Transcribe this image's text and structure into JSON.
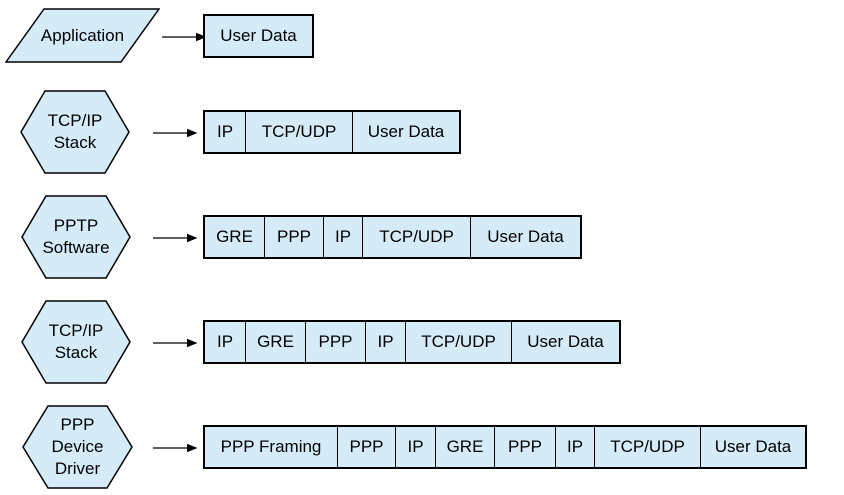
{
  "diagram": {
    "description": "PPTP packet encapsulation stages",
    "colors": {
      "shape_fill": "#d5ecf8",
      "shape_border": "#000000",
      "text": "#000000",
      "background": "#ffffff"
    }
  },
  "rows": [
    {
      "stage": {
        "label": "Application",
        "shape": "parallelogram"
      },
      "cells": [
        {
          "label": "User Data",
          "width": 107
        }
      ]
    },
    {
      "stage": {
        "label": "TCP/IP\nStack",
        "shape": "hexagon"
      },
      "cells": [
        {
          "label": "IP",
          "width": 40
        },
        {
          "label": "TCP/UDP",
          "width": 107
        },
        {
          "label": "User Data",
          "width": 107
        }
      ]
    },
    {
      "stage": {
        "label": "PPTP\nSoftware",
        "shape": "hexagon"
      },
      "cells": [
        {
          "label": "GRE",
          "width": 59
        },
        {
          "label": "PPP",
          "width": 59
        },
        {
          "label": "IP",
          "width": 39
        },
        {
          "label": "TCP/UDP",
          "width": 108
        },
        {
          "label": "User Data",
          "width": 110
        }
      ]
    },
    {
      "stage": {
        "label": "TCP/IP\nStack",
        "shape": "hexagon"
      },
      "cells": [
        {
          "label": "IP",
          "width": 40
        },
        {
          "label": "GRE",
          "width": 60
        },
        {
          "label": "PPP",
          "width": 60
        },
        {
          "label": "IP",
          "width": 40
        },
        {
          "label": "TCP/UDP",
          "width": 106
        },
        {
          "label": "User Data",
          "width": 108
        }
      ]
    },
    {
      "stage": {
        "label": "PPP\nDevice\nDriver",
        "shape": "hexagon"
      },
      "cells": [
        {
          "label": "PPP Framing",
          "width": 132
        },
        {
          "label": "PPP",
          "width": 58
        },
        {
          "label": "IP",
          "width": 40
        },
        {
          "label": "GRE",
          "width": 59
        },
        {
          "label": "PPP",
          "width": 61
        },
        {
          "label": "IP",
          "width": 39
        },
        {
          "label": "TCP/UDP",
          "width": 106
        },
        {
          "label": "User Data",
          "width": 105
        }
      ]
    }
  ]
}
